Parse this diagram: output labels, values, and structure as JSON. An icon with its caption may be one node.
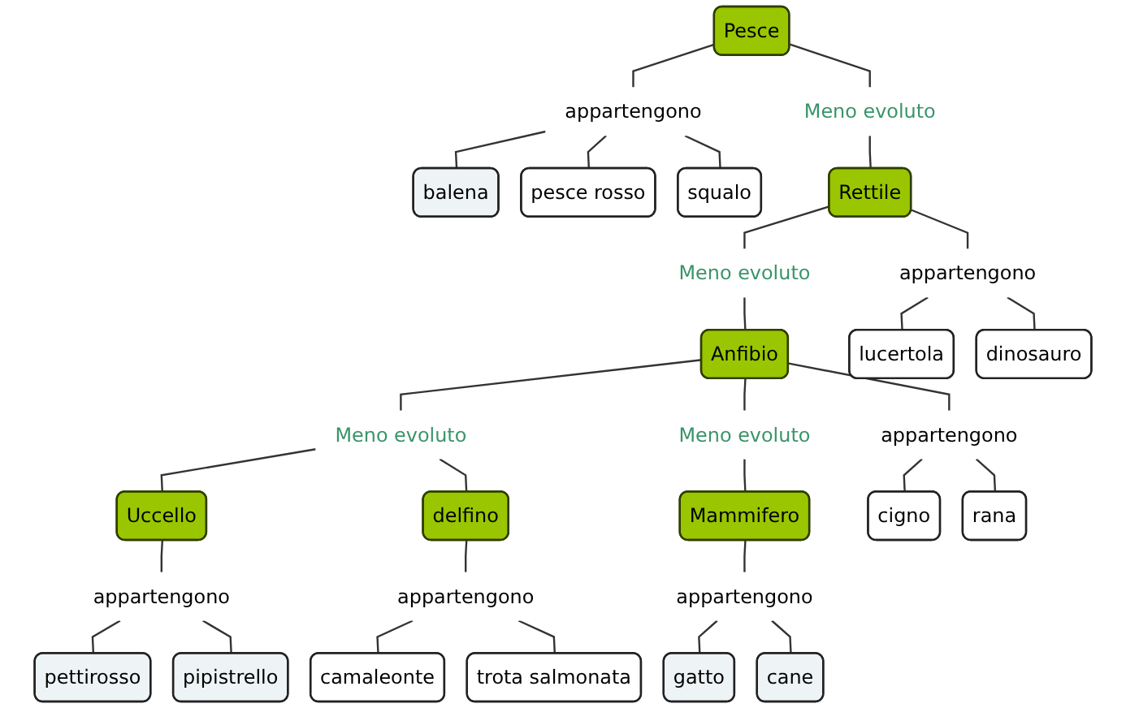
{
  "diagram": {
    "nodes": [
      {
        "text": [
          "Pesce"
        ]
      },
      {
        "text": [
          "appartengono"
        ]
      },
      {
        "text": [
          "Meno evoluto"
        ]
      },
      {
        "text": [
          "balena"
        ]
      },
      {
        "text": [
          "pesce rosso"
        ]
      },
      {
        "text": [
          "squalo"
        ]
      },
      {
        "text": [
          "Rettile"
        ]
      },
      {
        "text": [
          "Meno evoluto"
        ]
      },
      {
        "text": [
          "appartengono"
        ]
      },
      {
        "text": [
          "Anfibio"
        ]
      },
      {
        "text": [
          "lucertola"
        ]
      },
      {
        "text": [
          "dinosauro"
        ]
      },
      {
        "text": [
          "Meno evoluto"
        ]
      },
      {
        "text": [
          "Meno evoluto"
        ]
      },
      {
        "text": [
          "appartengono"
        ]
      },
      {
        "text": [
          "Uccello"
        ]
      },
      {
        "text": [
          "delfino"
        ]
      },
      {
        "text": [
          "Mammifero"
        ]
      },
      {
        "text": [
          "cigno"
        ]
      },
      {
        "text": [
          "rana"
        ]
      },
      {
        "text": [
          "appartengono"
        ]
      },
      {
        "text": [
          "appartengono"
        ]
      },
      {
        "text": [
          "appartengono"
        ]
      },
      {
        "text": [
          "pettirosso"
        ]
      },
      {
        "text": [
          "pipistrello"
        ]
      },
      {
        "text": [
          "camaleonte"
        ]
      },
      {
        "text": [
          "trota salmonata"
        ]
      },
      {
        "text": [
          "gatto"
        ]
      },
      {
        "text": [
          "cane"
        ]
      }
    ],
    "edges": [
      {
        "from": 0,
        "to": 1,
        "arrow": "none"
      },
      {
        "from": 0,
        "to": 2,
        "arrow": "none"
      },
      {
        "from": 1,
        "to": 3,
        "arrow": "none"
      },
      {
        "from": 1,
        "to": 4,
        "arrow": "none"
      },
      {
        "from": 1,
        "to": 5,
        "arrow": "none"
      },
      {
        "from": 2,
        "to": 6,
        "arrow": "none"
      },
      {
        "from": 6,
        "to": 7,
        "arrow": "none"
      },
      {
        "from": 6,
        "to": 8,
        "arrow": "none"
      },
      {
        "from": 7,
        "to": 9,
        "arrow": "none"
      },
      {
        "from": 8,
        "to": 10,
        "arrow": "none"
      },
      {
        "from": 8,
        "to": 11,
        "arrow": "none"
      },
      {
        "from": 9,
        "to": 12,
        "arrow": "none"
      },
      {
        "from": 9,
        "to": 13,
        "arrow": "none"
      },
      {
        "from": 9,
        "to": 14,
        "arrow": "none"
      },
      {
        "from": 12,
        "to": 15,
        "arrow": "none"
      },
      {
        "from": 12,
        "to": 16,
        "arrow": "none"
      },
      {
        "from": 13,
        "to": 17,
        "arrow": "none"
      },
      {
        "from": 14,
        "to": 18,
        "arrow": "none"
      },
      {
        "from": 14,
        "to": 19,
        "arrow": "none"
      },
      {
        "from": 15,
        "to": 20,
        "arrow": "none"
      },
      {
        "from": 16,
        "to": 21,
        "arrow": "none"
      },
      {
        "from": 17,
        "to": 22,
        "arrow": "none"
      },
      {
        "from": 20,
        "to": 23,
        "arrow": "none"
      },
      {
        "from": 20,
        "to": 24,
        "arrow": "none"
      },
      {
        "from": 21,
        "to": 25,
        "arrow": "none"
      },
      {
        "from": 21,
        "to": 26,
        "arrow": "none"
      },
      {
        "from": 22,
        "to": 27,
        "arrow": "none"
      },
      {
        "from": 22,
        "to": 28,
        "arrow": "none"
      }
    ]
  }
}
